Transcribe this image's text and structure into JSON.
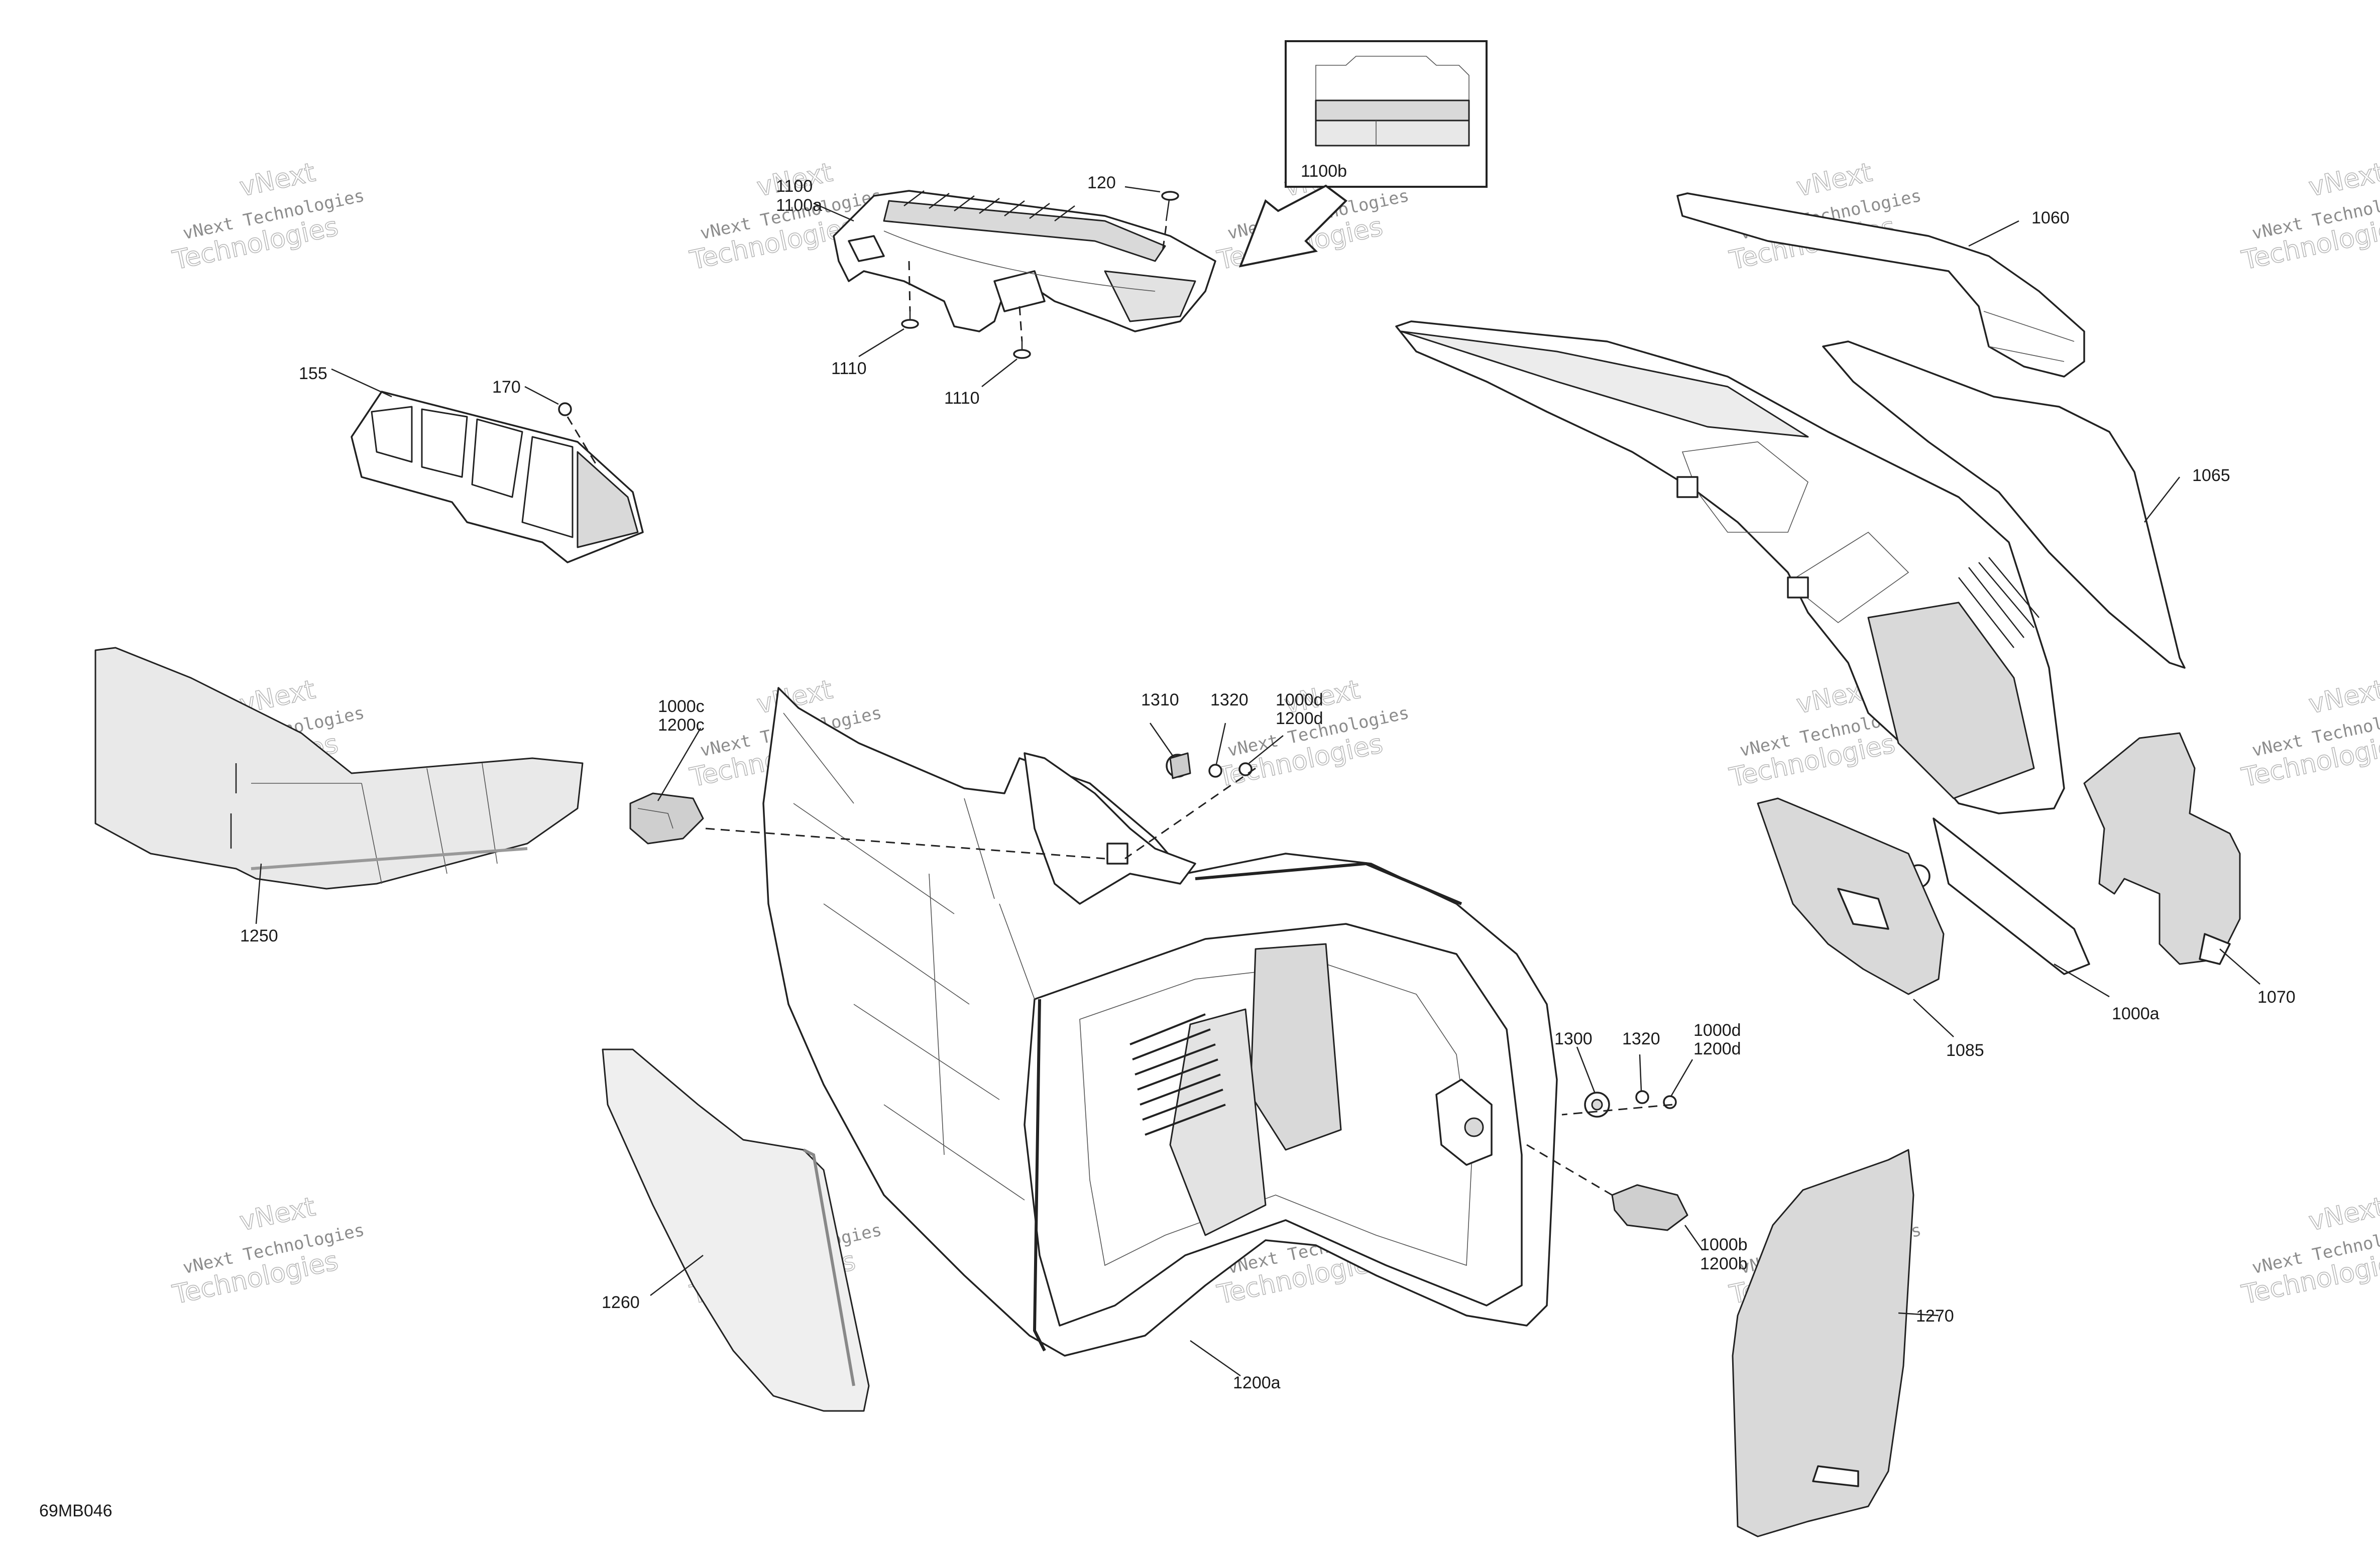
{
  "figure_code": "69MB046",
  "watermark": {
    "line1": "vNext Technologies",
    "line2": "vNext",
    "line3": "Technologies"
  },
  "inset": {
    "label": "1100b"
  },
  "callouts": {
    "c1100": "1100",
    "c1100a": "1100a",
    "c120": "120",
    "c1110_a": "1110",
    "c1110_b": "1110",
    "c155": "155",
    "c170": "170",
    "c1060": "1060",
    "c1065": "1065",
    "c1250": "1250",
    "c1000c": "1000c",
    "c1200c": "1200c",
    "c1310": "1310",
    "c1320_a": "1320",
    "c1000d_a": "1000d",
    "c1200d_a": "1200d",
    "c1070": "1070",
    "c1000a": "1000a",
    "c1085": "1085",
    "c1300": "1300",
    "c1320_b": "1320",
    "c1000d_b": "1000d",
    "c1200d_b": "1200d",
    "c1000b": "1000b",
    "c1200b": "1200b",
    "c1260": "1260",
    "c1270": "1270",
    "c1200a": "1200a"
  }
}
